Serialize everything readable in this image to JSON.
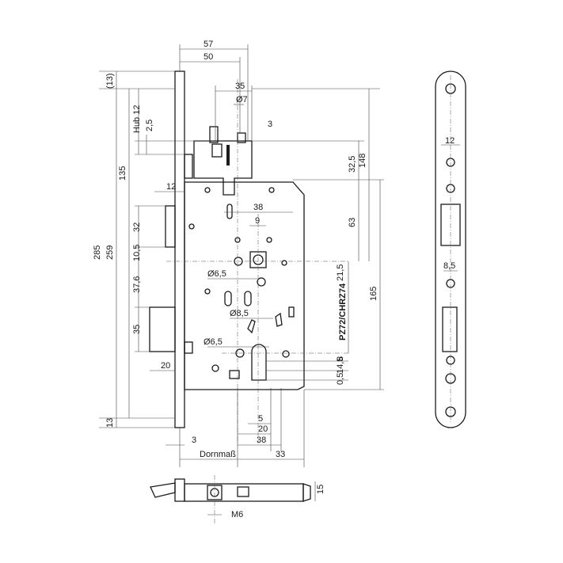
{
  "dimensions": {
    "d57": "57",
    "d50": "50",
    "d35top": "35",
    "d7dia": "Ø7",
    "d3": "3",
    "hub": "Hub 12",
    "d2_5": "2,5",
    "d13top": "(13)",
    "d135": "135",
    "d285": "285",
    "d259": "259",
    "d12left": "12",
    "d32": "32",
    "d10_5": "10,5",
    "d37_6": "37,6",
    "d35left": "35",
    "d20left": "20",
    "d13bot": "13",
    "d38top": "38",
    "d9": "9",
    "d6_5a": "Ø6,5",
    "d8_5": "Ø8,5",
    "d6_5b": "Ø6,5",
    "d32_5": "32,5",
    "d148": "148",
    "d63": "63",
    "d21_5": "21,5",
    "d165": "165",
    "pz": "PZ72/CHRZ74",
    "d8": "8",
    "d14_5": "14,5",
    "d0_5": "0,5",
    "d5": "5",
    "d20bot": "20",
    "d38bot": "38",
    "d3bot": "3",
    "dornmass": "Dornmaß",
    "d33": "33",
    "d12face": "12",
    "d8_5face": "8,5",
    "d15": "15",
    "m6": "M6"
  }
}
